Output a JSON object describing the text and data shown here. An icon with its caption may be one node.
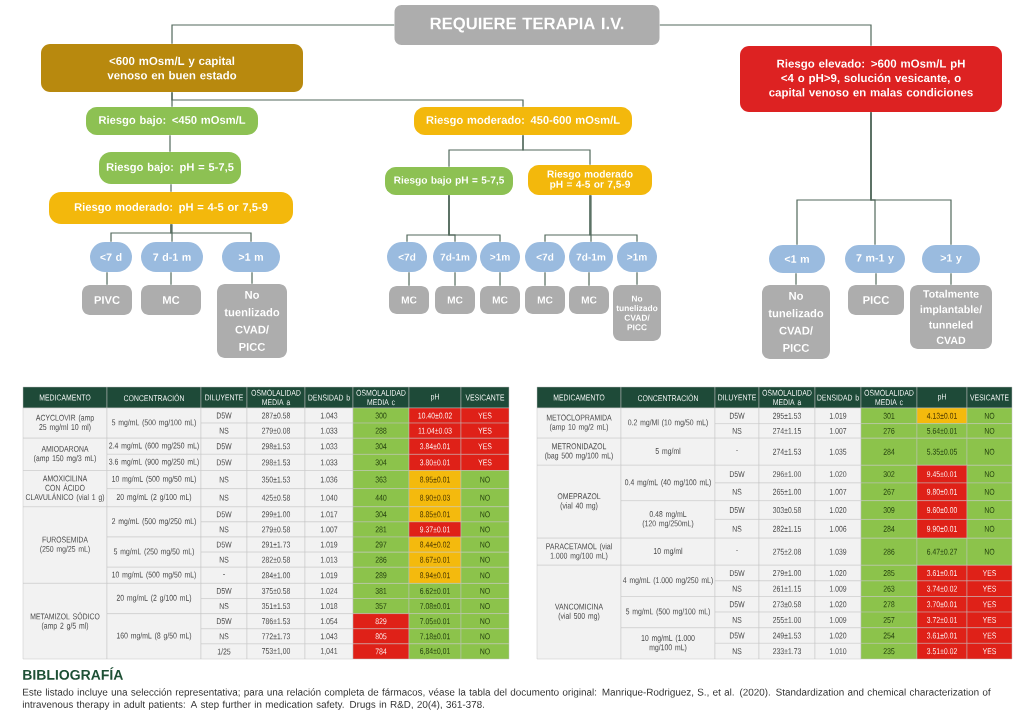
{
  "diagram": {
    "nodes": [
      {
        "text": [
          "REQUIERE TERAPIA I.V."
        ]
      },
      {
        "text": [
          "<600 mOsm/L y capital venoso en buen estado"
        ]
      },
      {
        "text": [
          "Riesgo elevado: >600 mOsm/L pH <4 o pH>9, solución vesicante, o capital venoso en malas condiciones"
        ]
      },
      {
        "text": [
          "Riesgo bajo: <450 mOsm/L"
        ]
      },
      {
        "text": [
          "Riesgo moderado: 450-600 mOsm/L"
        ]
      },
      {
        "text": [
          "Riesgo bajo: pH = 5-7,5"
        ]
      },
      {
        "text": [
          "Riesgo moderado: pH = 4-5 or 7,5-9"
        ]
      },
      {
        "text": [
          "Riesgo bajo pH = 5-7,5"
        ]
      },
      {
        "text": [
          "Riesgo moderado pH = 4-5 or 7,5-9"
        ]
      },
      {
        "text": [
          "<7 d"
        ]
      },
      {
        "text": [
          "7 d-1 m"
        ]
      },
      {
        "text": [
          ">1 m"
        ]
      },
      {
        "text": [
          "<7d"
        ]
      },
      {
        "text": [
          "7d-1m"
        ]
      },
      {
        "text": [
          ">1m"
        ]
      },
      {
        "text": [
          "<7d"
        ]
      },
      {
        "text": [
          "7d-1m"
        ]
      },
      {
        "text": [
          ">1m"
        ]
      },
      {
        "text": [
          "<1 m"
        ]
      },
      {
        "text": [
          "7 m-1 y"
        ]
      },
      {
        "text": [
          ">1 y"
        ]
      },
      {
        "text": [
          "PIVC"
        ]
      },
      {
        "text": [
          "MC"
        ]
      },
      {
        "text": [
          "No tuenlizado CVAD/ PICC"
        ]
      },
      {
        "text": [
          "MC"
        ]
      },
      {
        "text": [
          "MC"
        ]
      },
      {
        "text": [
          "MC"
        ]
      },
      {
        "text": [
          "MC"
        ]
      },
      {
        "text": [
          "MC"
        ]
      },
      {
        "text": [
          "No tunelizado CVAD/ PICC"
        ]
      },
      {
        "text": [
          "No tunelizado CVAD/ PICC"
        ]
      },
      {
        "text": [
          "PICC"
        ]
      },
      {
        "text": [
          "Totalmente implantable/ tunneled CVAD"
        ]
      }
    ],
    "edges": [
      {
        "from": 0,
        "to": 1,
        "arrow": "none"
      },
      {
        "from": 0,
        "to": 2,
        "arrow": "none"
      },
      {
        "from": 1,
        "to": 3,
        "arrow": "none"
      },
      {
        "from": 1,
        "to": 4,
        "arrow": "none"
      },
      {
        "from": 3,
        "to": 5,
        "arrow": "none"
      },
      {
        "from": 5,
        "to": 6,
        "arrow": "none"
      },
      {
        "from": 6,
        "to": 9,
        "arrow": "none"
      },
      {
        "from": 6,
        "to": 10,
        "arrow": "none"
      },
      {
        "from": 6,
        "to": 11,
        "arrow": "none"
      },
      {
        "from": 4,
        "to": 7,
        "arrow": "none"
      },
      {
        "from": 4,
        "to": 8,
        "arrow": "none"
      },
      {
        "from": 7,
        "to": 12,
        "arrow": "none"
      },
      {
        "from": 7,
        "to": 13,
        "arrow": "none"
      },
      {
        "from": 7,
        "to": 14,
        "arrow": "none"
      },
      {
        "from": 8,
        "to": 15,
        "arrow": "none"
      },
      {
        "from": 8,
        "to": 16,
        "arrow": "none"
      },
      {
        "from": 8,
        "to": 17,
        "arrow": "none"
      },
      {
        "from": 2,
        "to": 18,
        "arrow": "none"
      },
      {
        "from": 2,
        "to": 19,
        "arrow": "none"
      },
      {
        "from": 2,
        "to": 20,
        "arrow": "none"
      },
      {
        "from": 9,
        "to": 21,
        "arrow": "none"
      },
      {
        "from": 10,
        "to": 22,
        "arrow": "none"
      },
      {
        "from": 11,
        "to": 23,
        "arrow": "none"
      },
      {
        "from": 12,
        "to": 24,
        "arrow": "none"
      },
      {
        "from": 13,
        "to": 25,
        "arrow": "none"
      },
      {
        "from": 14,
        "to": 26,
        "arrow": "none"
      },
      {
        "from": 15,
        "to": 27,
        "arrow": "none"
      },
      {
        "from": 16,
        "to": 28,
        "arrow": "none"
      },
      {
        "from": 17,
        "to": 29,
        "arrow": "none"
      },
      {
        "from": 18,
        "to": 30,
        "arrow": "none"
      },
      {
        "from": 19,
        "to": 31,
        "arrow": "none"
      },
      {
        "from": 20,
        "to": 32,
        "arrow": "none"
      }
    ],
    "labels": [
      "MEDICAMENTO",
      "CONCENTRACIÓN",
      "DILUYENTE",
      "OSMOLALIDAD MEDIA a",
      "DENSIDAD b",
      "OSMOLALIDAD MEDIA c",
      "pH",
      "VESICANTE",
      "ACYCLOVIR (amp 25 mg/ml 10 ml)",
      "5 mg/mL (500 mg/100 mL)",
      "D5W",
      "287±0.58",
      "1.043",
      "300",
      "10.40±0.02",
      "YES",
      "NS",
      "279±0.08",
      "1.033",
      "288",
      "11.04±0.03",
      "YES",
      "AMIODARONA (amp 150 mg/3 mL)",
      "2.4 mg/mL (600 mg/250 mL)",
      "D5W",
      "298±1.53",
      "1.033",
      "304",
      "3.84±0.01",
      "YES",
      "3.6 mg/mL (900 mg/250 mL)",
      "D5W",
      "298±1.53",
      "1.033",
      "304",
      "3.80±0.01",
      "YES",
      "AMOXICILINA CON ÁCIDO CLAVULÁNICO (vial 1 g)",
      "10 mg/mL (500 mg/50 mL)",
      "NS",
      "350±1.53",
      "1.036",
      "363",
      "8.95±0.01",
      "NO",
      "20 mg/mL (2 g/100 mL)",
      "NS",
      "425±0.58",
      "1.040",
      "440",
      "8.90±0.03",
      "NO",
      "FUROSEMIDA (250 mg/25 mL)",
      "2 mg/mL (500 mg/250 mL)",
      "D5W",
      "299±1.00",
      "1.017",
      "304",
      "8.85±0.01",
      "NO",
      "NS",
      "279±0.58",
      "1.007",
      "281",
      "9.37±0.01",
      "NO",
      "5 mg/mL (250 mg/50 mL)",
      "D5W",
      "291±1.73",
      "1.019",
      "297",
      "8.44±0.02",
      "NO",
      "NS",
      "282±0.58",
      "1.013",
      "286",
      "8.67±0.01",
      "NO",
      "10 mg/mL (500 mg/50 mL)",
      "-",
      "284±1.00",
      "1.019",
      "289",
      "8.94±0.01",
      "NO",
      "METAMIZOL SÓDICO (amp 2 g/5 ml)",
      "20 mg/mL (2 g/100 mL)",
      "D5W",
      "375±0.58",
      "1.024",
      "381",
      "6.62±0.01",
      "NO",
      "NS",
      "351±1.53",
      "1.018",
      "357",
      "7.08±0.01",
      "NO",
      "160 mg/mL (8 g/50 mL)",
      "D5W",
      "786±1.53",
      "1.054",
      "829",
      "7.05±0.01",
      "NO",
      "NS",
      "772±1.73",
      "1.043",
      "805",
      "7.18±0.01",
      "NO",
      "1/25",
      "753±1,00",
      "1,041",
      "784",
      "6,84±0,01",
      "NO",
      "MEDICAMENTO",
      "CONCENTRACIÓN",
      "DILUYENTE",
      "OSMOLALIDAD MEDIA a",
      "DENSIDAD b",
      "OSMOLALIDAD MEDIA c",
      "pH",
      "VESICANTE",
      "METOCLOPRAMIDA (amp 10 mg/2 mL)",
      "0.2 mg/Ml (10 mg/50 mL)",
      "D5W",
      "295±1.53",
      "1.019",
      "301",
      "4.13±0.01",
      "NO",
      "NS",
      "274±1.15",
      "1.007",
      "276",
      "5.64±0.01",
      "NO",
      "METRONIDAZOL (bag 500 mg/100 mL)",
      "5 mg/ml",
      "-",
      "274±1.53",
      "1.035",
      "284",
      "5.35±0.05",
      "NO",
      "OMEPRAZOL (vial 40 mg)",
      "0.4 mg/mL (40 mg/100 mL)",
      "D5W",
      "296±1.00",
      "1.020",
      "302",
      "9.45±0.01",
      "NO",
      "NS",
      "265±1.00",
      "1.007",
      "267",
      "9.80±0.01",
      "NO",
      "0.48 mg/mL (120 mg/250mL)",
      "D5W",
      "303±0.58",
      "1.020",
      "309",
      "9.60±0.00",
      "NO",
      "NS",
      "282±1.15",
      "1.006",
      "284",
      "9.90±0.01",
      "NO",
      "PARACETAMOL (vial 1.000 mg/100 mL)",
      "10 mg/ml",
      "-",
      "275±2.08",
      "1.039",
      "286",
      "6.47±0.27",
      "NO",
      "VANCOMICINA (vial 500 mg)",
      "4 mg/mL (1.000 mg/250 mL)",
      "D5W",
      "279±1.00",
      "1.020",
      "285",
      "3.61±0.01",
      "YES",
      "NS",
      "261±1.15",
      "1.009",
      "263",
      "3.74±0.02",
      "YES",
      "5 mg/mL (500 mg/100 mL)",
      "D5W",
      "273±0.58",
      "1.020",
      "278",
      "3.70±0.01",
      "YES",
      "NS",
      "255±1.00",
      "1.009",
      "257",
      "3.72±0.01",
      "YES",
      "10 mg/mL (1.000 mg/100 mL)",
      "D5W",
      "249±1.53",
      "1.020",
      "254",
      "3.61±0.01",
      "YES",
      "NS",
      "233±1.73",
      "1.010",
      "235",
      "3.51±0.02",
      "YES",
      "BIBLIOGRAFÍA",
      "Este listado incluye una selección representativa; para una relación completa de fármacos, véase la tabla del documento original: Manrique-Rodriguez, S., et al. (2020). Standardization and chemical characterization of intravenous therapy in adult patients: A step further in medication safety. Drugs in R&D, 20(4), 361-378."
    ]
  }
}
